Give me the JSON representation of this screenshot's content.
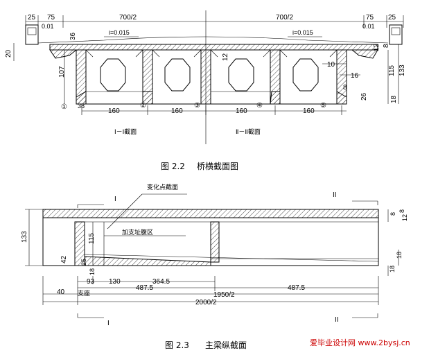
{
  "figure_1": {
    "caption_number": "图 2.2",
    "caption_text": "桥横截面图",
    "section_left": "Ⅰ－Ⅰ截面",
    "section_right": "Ⅱ－Ⅱ截面",
    "dims": {
      "top_left_25": "25",
      "top_left_75": "75",
      "half_700_left": "700/2",
      "half_700_right": "700/2",
      "top_right_75": "75",
      "top_right_25": "25",
      "left_001": "0.01",
      "right_001": "0.01",
      "slope_left": "i=0.015",
      "slope_right": "i=0.015",
      "left_20": "20",
      "left_36": "36",
      "left_107": "107",
      "center_12": "12",
      "right_12": "12",
      "right_8_top": "8",
      "right_10": "10",
      "right_16": "16",
      "right_115": "115",
      "right_133": "133",
      "right_8": "8",
      "right_26": "26",
      "right_18": "18",
      "bottom_38": "38",
      "bottom_160_1": "160",
      "bottom_160_2": "160",
      "bottom_160_3": "160",
      "bottom_160_4": "160"
    },
    "beams": [
      "①",
      "②",
      "③",
      "④",
      "⑤"
    ]
  },
  "figure_2": {
    "caption_number": "图 2.3",
    "caption_text": "主梁纵截面",
    "roman_top_left": "I",
    "roman_top_right": "II",
    "roman_bottom_left": "I",
    "roman_bottom_right": "II",
    "label_change_point": "变化点截面",
    "label_stiffening": "加支址腹区",
    "dims": {
      "left_133": "133",
      "inner_115": "115",
      "left_42": "42",
      "left_25": "25",
      "left_18": "18",
      "right_8": "8",
      "right_12": "12",
      "right_8_b": "8",
      "right_18": "18",
      "right_18_b": "18",
      "seg_93": "93",
      "seg_130": "130",
      "seg_3645": "364.5",
      "seg_4875_left": "487.5",
      "seg_4875_right": "487.5",
      "seg_40": "40",
      "support_label": "支座",
      "half_1950": "1950/2",
      "half_2000": "2000/2"
    }
  },
  "watermark": {
    "text": "爱毕业设计网 www.2bysj.cn",
    "color": "#cc0000"
  }
}
